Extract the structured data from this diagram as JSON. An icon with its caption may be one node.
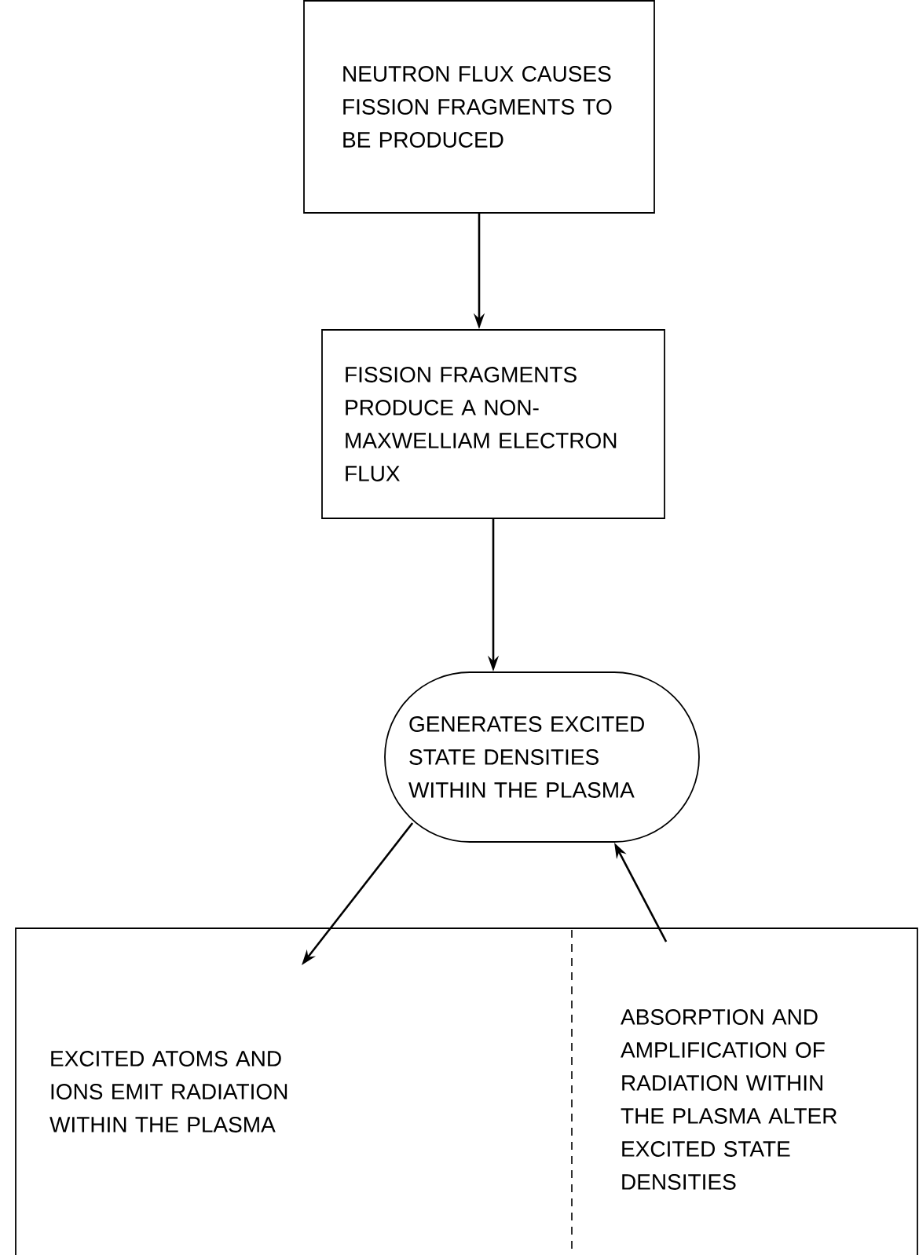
{
  "diagram": {
    "nodes": [
      {
        "text": [
          "NEUTRON FLUX CAUSES FISSION FRAGMENTS TO BE PRODUCED"
        ]
      },
      {
        "text": [
          "FISSION FRAGMENTS PRODUCE A NON-MAXWELLIAM ELECTRON FLUX"
        ]
      },
      {
        "text": [
          "GENERATES EXCITED STATE DENSITIES WITHIN THE PLASMA"
        ]
      },
      {
        "text": [],
        "shape": "box"
      },
      {
        "text": [
          "EXCITED ATOMS AND IONS EMIT RADIATION WITHIN THE PLASMA"
        ],
        "in": 3
      },
      {
        "text": [
          "ABSORPTION AND AMPLIFICATION OF RADIATION WITHIN THE PLASMA ALTER EXCITED STATE DENSITIES"
        ],
        "in": 3
      }
    ],
    "edges": [
      {
        "from": 0,
        "to": 1,
        "arrow": "to"
      },
      {
        "from": 1,
        "to": 2,
        "arrow": "to"
      },
      {
        "from": 2,
        "to": 4,
        "arrow": "to"
      },
      {
        "from": 5,
        "to": 2,
        "arrow": "to"
      }
    ]
  }
}
